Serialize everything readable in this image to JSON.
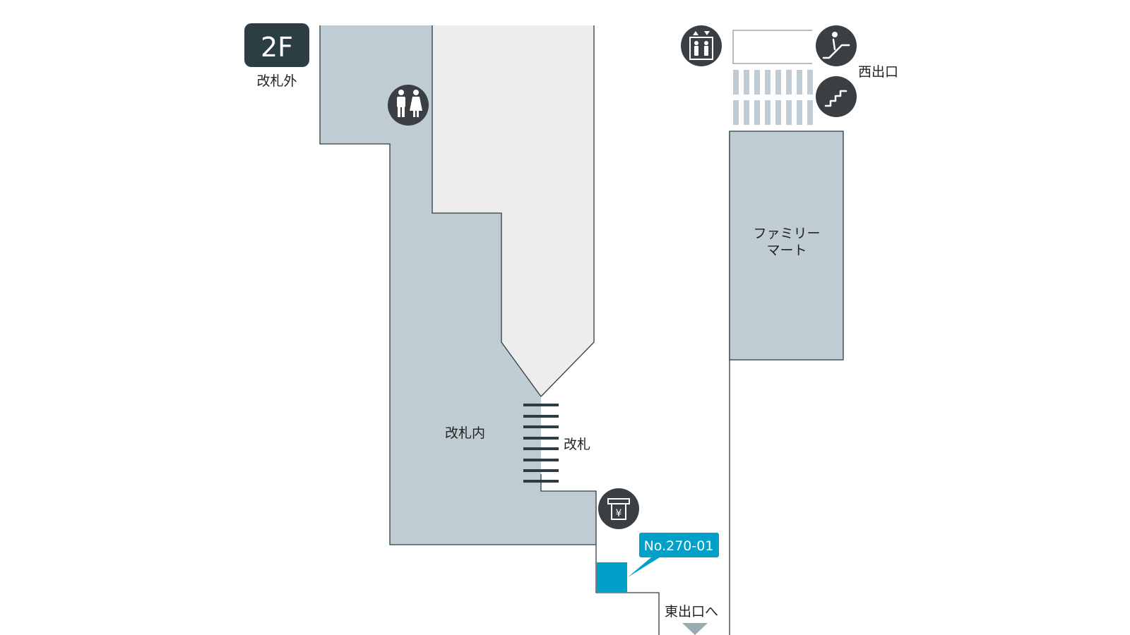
{
  "floor": {
    "label": "2F",
    "sublabel": "改札外"
  },
  "labels": {
    "inside_gates": "改札内",
    "gates": "改札",
    "west_exit": "西出口",
    "east_exit": "東出口へ",
    "store_line1": "ファミリー",
    "store_line2": "マート"
  },
  "callout": {
    "id": "No.270-01"
  },
  "colors": {
    "area": "#bfccd3",
    "passage": "#ededed",
    "outline": "#2c3e44",
    "icon_bg": "#3a3f44",
    "floor_badge": "#2c3e44",
    "highlight": "#00a0c8",
    "stairs_stripe": "#bfccd3"
  },
  "icons": [
    "restroom-icon",
    "elevator-icon",
    "escalator-icon",
    "stairs-icon",
    "atm-icon"
  ]
}
